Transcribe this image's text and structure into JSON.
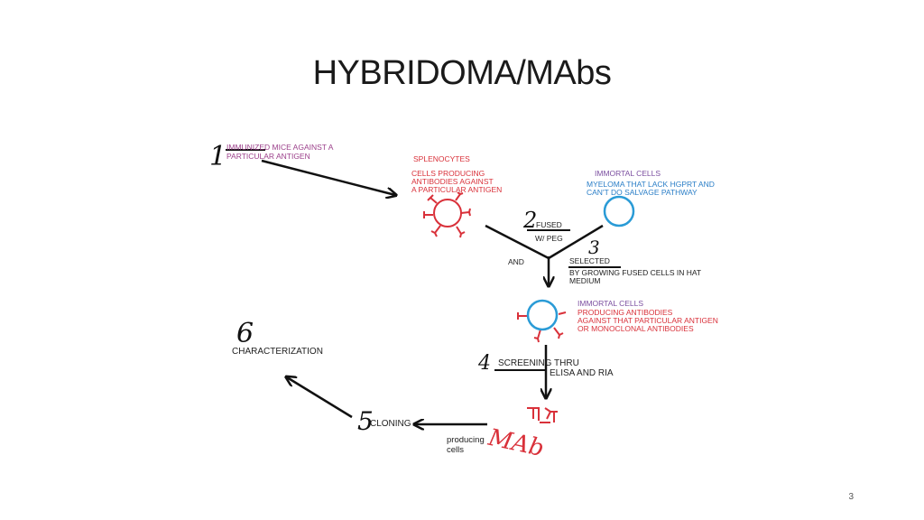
{
  "slide": {
    "title": "HYBRIDOMA/MAbs",
    "page_number": "3"
  },
  "steps": {
    "s1": "1",
    "s2": "2",
    "s3": "3",
    "s4": "4",
    "s5": "5",
    "s6": "6"
  },
  "labels": {
    "immunized_1": "IMMUNIZED MICE AGAINST A",
    "immunized_2": "PARTICULAR ANTIGEN",
    "splenocytes": "SPLENOCYTES",
    "cells_1": "CELLS PRODUCING",
    "cells_2": "ANTIBODIES  AGAINST",
    "cells_3": "A PARTICULAR ANTIGEN",
    "immortal": "IMMORTAL CELLS",
    "myeloma_1": "MYELOMA THAT LACK HGPRT AND",
    "myeloma_2": "CAN'T DO SALVAGE PATHWAY",
    "fused": "FUSED",
    "peg": "W/ PEG",
    "and": "AND",
    "selected": "SELECTED",
    "growing_1": "BY GROWING FUSED CELLS IN HAT",
    "growing_2": "MEDIUM",
    "hybrid_1": "IMMORTAL CELLS",
    "hybrid_2": "PRODUCING ANTIBODIES",
    "hybrid_3": "AGAINST THAT PARTICULAR ANTIGEN",
    "hybrid_4": "OR MONOCLONAL ANTIBODIES",
    "screening_1": "SCREENING THRU",
    "screening_2": "ELISA AND RIA",
    "cloning": "CLONING",
    "producing_1": "producing",
    "producing_2": "cells",
    "mab": "MAb",
    "characterization": "CHARACTERIZATION"
  },
  "colors": {
    "purple": "#9b3f8a",
    "red": "#d9313a",
    "blue": "#2a7ec7",
    "arrow": "#111111"
  }
}
